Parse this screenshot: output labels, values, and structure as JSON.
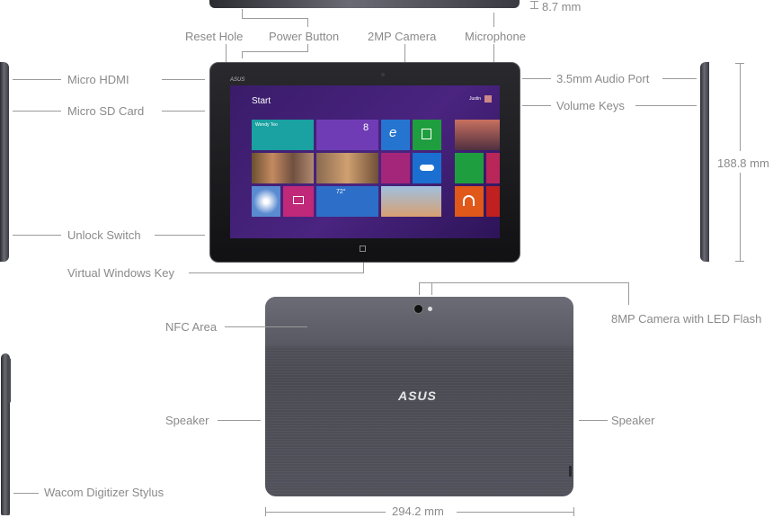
{
  "labels": {
    "thickness": "8.7 mm",
    "reset_hole": "Reset Hole",
    "power_button": "Power Button",
    "camera_2mp": "2MP Camera",
    "microphone": "Microphone",
    "micro_hdmi": "Micro HDMI",
    "micro_sd": "Micro SD Card",
    "unlock_switch": "Unlock Switch",
    "virtual_windows_key": "Virtual Windows Key",
    "audio_port": "3.5mm Audio Port",
    "volume_keys": "Volume Keys",
    "height": "188.8 mm",
    "nfc_area": "NFC Area",
    "camera_8mp": "8MP Camera with LED Flash",
    "speaker_left": "Speaker",
    "speaker_right": "Speaker",
    "stylus": "Wacom Digitizer Stylus",
    "width": "294.2 mm"
  },
  "screen": {
    "brand": "ASUS",
    "start": "Start",
    "user": "Justin",
    "tile_people": "Wendy Teo",
    "tile_calendar_num": "8",
    "tile_weather": "72°",
    "back_brand": "ASUS"
  },
  "colors": {
    "label": "#8a8a8a",
    "line": "#9a9a9a",
    "bezel": "#1a1a1e",
    "start_screen": "#4a2480",
    "back_panel": "#50505a"
  }
}
